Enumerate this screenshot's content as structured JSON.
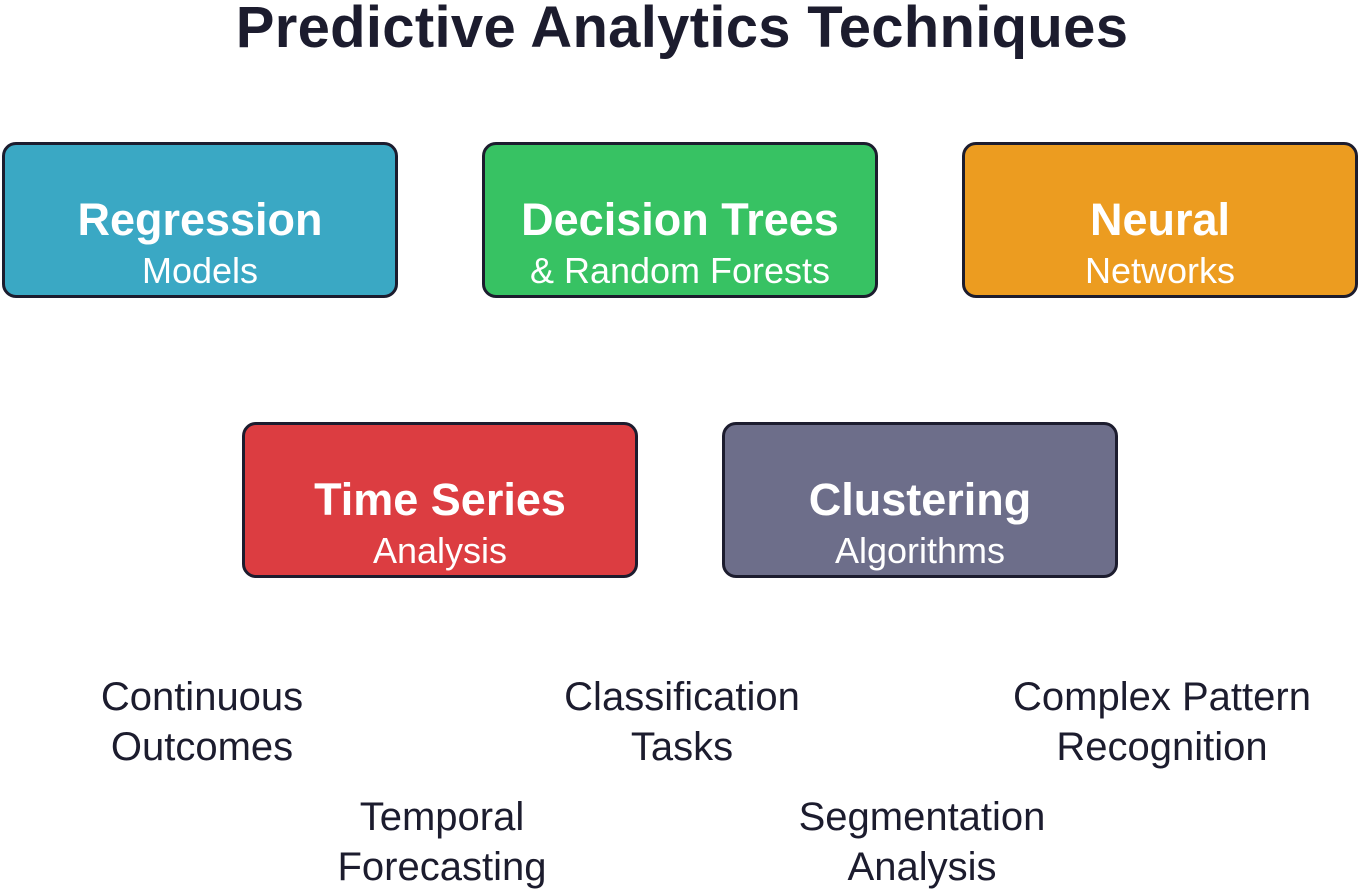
{
  "title": "Predictive Analytics Techniques",
  "techniques": [
    {
      "name": "Regression",
      "subtitle": "Models",
      "color": "#3aa8c4"
    },
    {
      "name": "Decision Trees",
      "subtitle": "& Random Forests",
      "color": "#37c263"
    },
    {
      "name": "Neural",
      "subtitle": "Networks",
      "color": "#ec9c20"
    },
    {
      "name": "Time Series",
      "subtitle": "Analysis",
      "color": "#dc3d41"
    },
    {
      "name": "Clustering",
      "subtitle": "Algorithms",
      "color": "#6d6e8a"
    }
  ],
  "descriptions": [
    {
      "line1": "Continuous",
      "line2": "Outcomes"
    },
    {
      "line1": "Classification",
      "line2": "Tasks"
    },
    {
      "line1": "Complex Pattern",
      "line2": "Recognition"
    },
    {
      "line1": "Temporal",
      "line2": "Forecasting"
    },
    {
      "line1": "Segmentation",
      "line2": "Analysis"
    }
  ]
}
